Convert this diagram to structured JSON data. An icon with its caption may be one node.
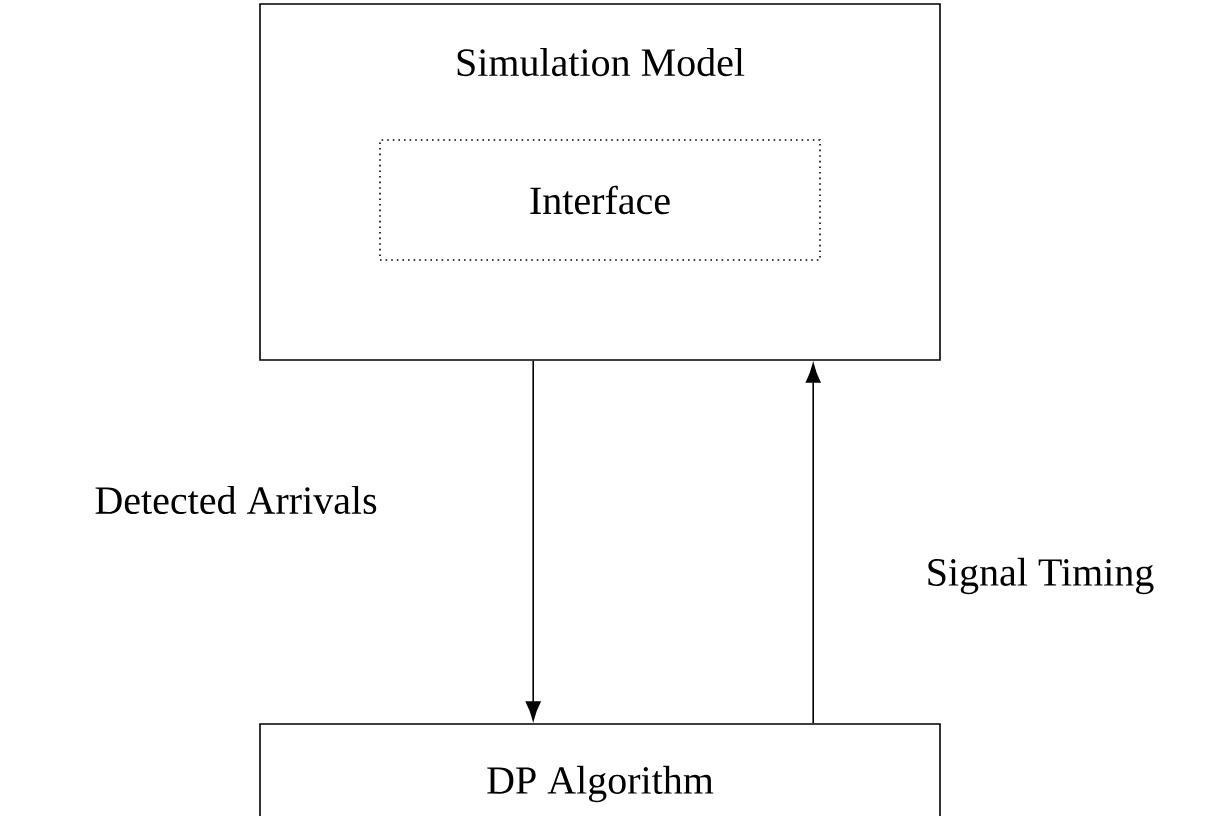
{
  "diagram": {
    "nodes": [
      {
        "text": [
          "Simulation Model"
        ]
      },
      {
        "text": [
          "Interface"
        ],
        "in": 0
      },
      {
        "text": [
          "DP Algorithm"
        ]
      }
    ],
    "edges": [
      {
        "from": 0,
        "to": 2,
        "arrow": "to",
        "label": "Detected Arrivals"
      },
      {
        "from": 2,
        "to": 0,
        "arrow": "to",
        "label": "Signal Timing"
      }
    ]
  }
}
